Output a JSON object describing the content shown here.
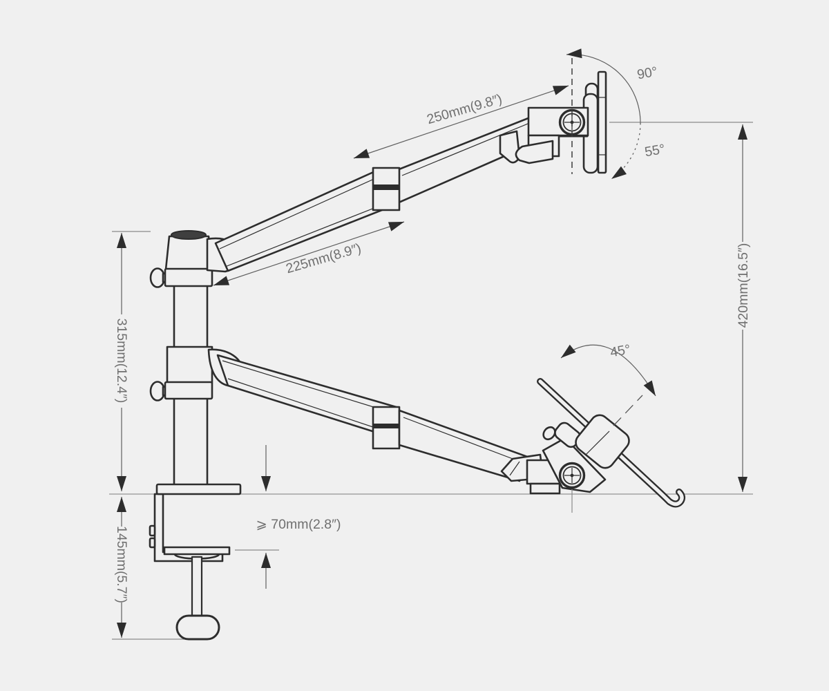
{
  "diagram": {
    "dimensions": {
      "upper_arm_length": "250mm(9.8″)",
      "lower_arm_length": "225mm(8.9″)",
      "pole_height": "315mm(12.4″)",
      "clamp_height": "145mm(5.7″)",
      "mount_height": "420mm(16.5″)",
      "desk_clearance": "⩾ 70mm(2.8″)"
    },
    "angles": {
      "monitor_tilt_up": "90°",
      "monitor_tilt_down": "55°",
      "tablet_tilt": "45°"
    },
    "colors": {
      "background": "#f0f0f0",
      "structure_line": "#2d2d2d",
      "dimension_text": "#6f6f6f"
    }
  }
}
